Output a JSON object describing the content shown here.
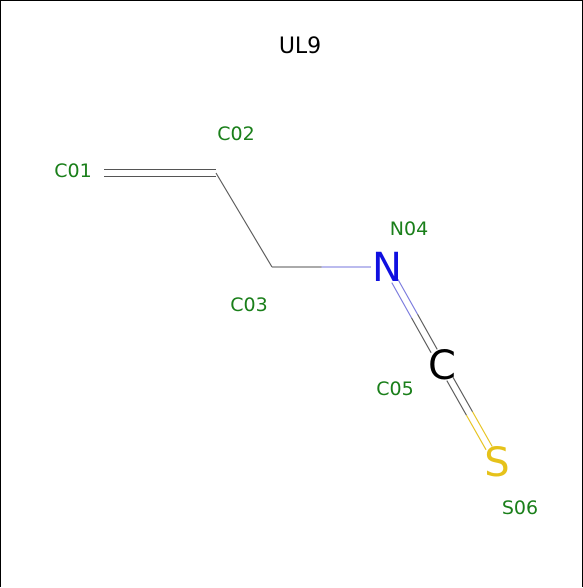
{
  "title": "UL9",
  "colors": {
    "label_green": "#1a7f1a",
    "nitrogen_blue": "#1010e0",
    "carbon_black": "#000000",
    "sulfur_yellow": "#e6c21a",
    "bond_gray": "#555555",
    "bond_blue": "#7777dd",
    "bond_yellow": "#e6c21a"
  },
  "atoms": [
    {
      "id": "C01",
      "label": "C01",
      "element": "C",
      "show_symbol": false
    },
    {
      "id": "C02",
      "label": "C02",
      "element": "C",
      "show_symbol": false
    },
    {
      "id": "C03",
      "label": "C03",
      "element": "C",
      "show_symbol": false
    },
    {
      "id": "N04",
      "label": "N04",
      "element": "N",
      "show_symbol": true
    },
    {
      "id": "C05",
      "label": "C05",
      "element": "C",
      "show_symbol": true
    },
    {
      "id": "S06",
      "label": "S06",
      "element": "S",
      "show_symbol": true
    }
  ],
  "bonds": [
    {
      "from": "C01",
      "to": "C02",
      "order": 2
    },
    {
      "from": "C02",
      "to": "C03",
      "order": 1
    },
    {
      "from": "C03",
      "to": "N04",
      "order": 1
    },
    {
      "from": "N04",
      "to": "C05",
      "order": 2
    },
    {
      "from": "C05",
      "to": "S06",
      "order": 2
    }
  ]
}
